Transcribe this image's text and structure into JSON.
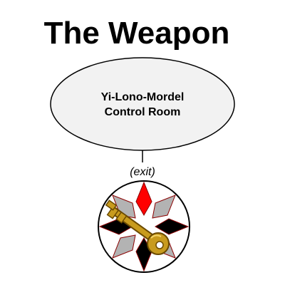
{
  "title": "The Weapon",
  "room": {
    "line1": "Yi-Lono-Mordel",
    "line2": "Control Room"
  },
  "connector": {
    "label": "(exit)"
  },
  "badge": {
    "icon": "key-on-compass-star-icon"
  },
  "colors": {
    "room_fill": "#f2f2f2",
    "star_red": "#ff0000",
    "star_black": "#000000",
    "star_gray": "#b3b3b3",
    "key_gold": "#b8860b"
  }
}
